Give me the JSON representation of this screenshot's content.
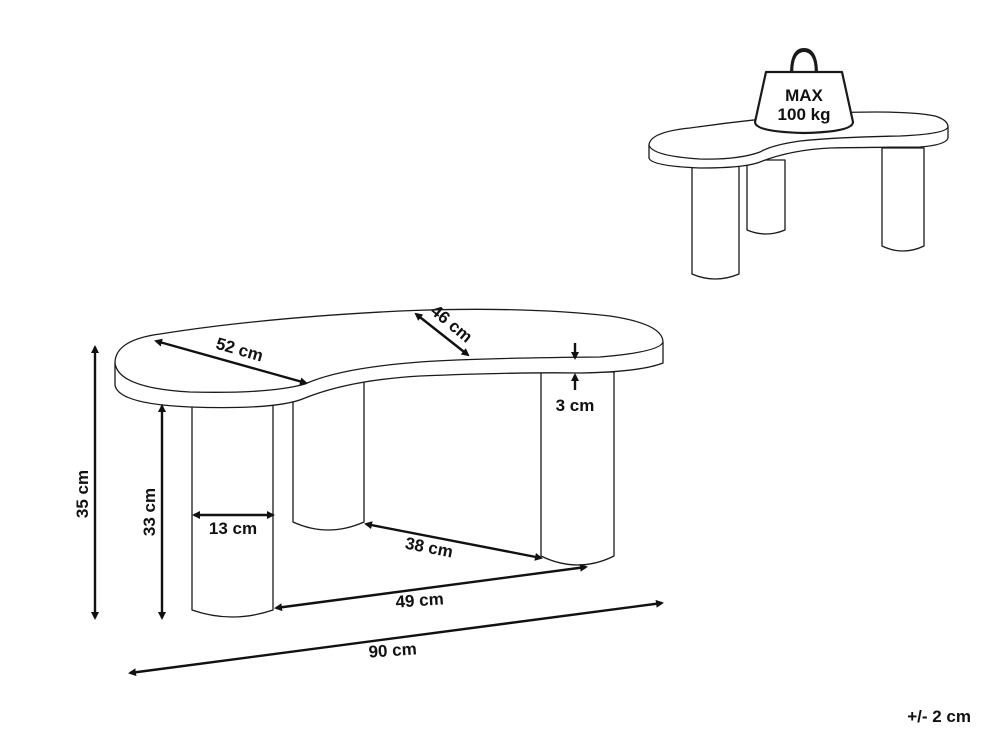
{
  "dimensions": {
    "top_depth": "52 cm",
    "narrow_depth": "46 cm",
    "top_thickness": "3 cm",
    "total_height": "35 cm",
    "leg_height": "33 cm",
    "leg_diameter": "13 cm",
    "leg_spacing_short": "38 cm",
    "leg_spacing_long": "49 cm",
    "total_length": "90 cm"
  },
  "weight": {
    "line1": "MAX",
    "line2": "100 kg"
  },
  "tolerance": "+/- 2 cm",
  "colors": {
    "line": "#111111",
    "fill": "#ffffff"
  }
}
